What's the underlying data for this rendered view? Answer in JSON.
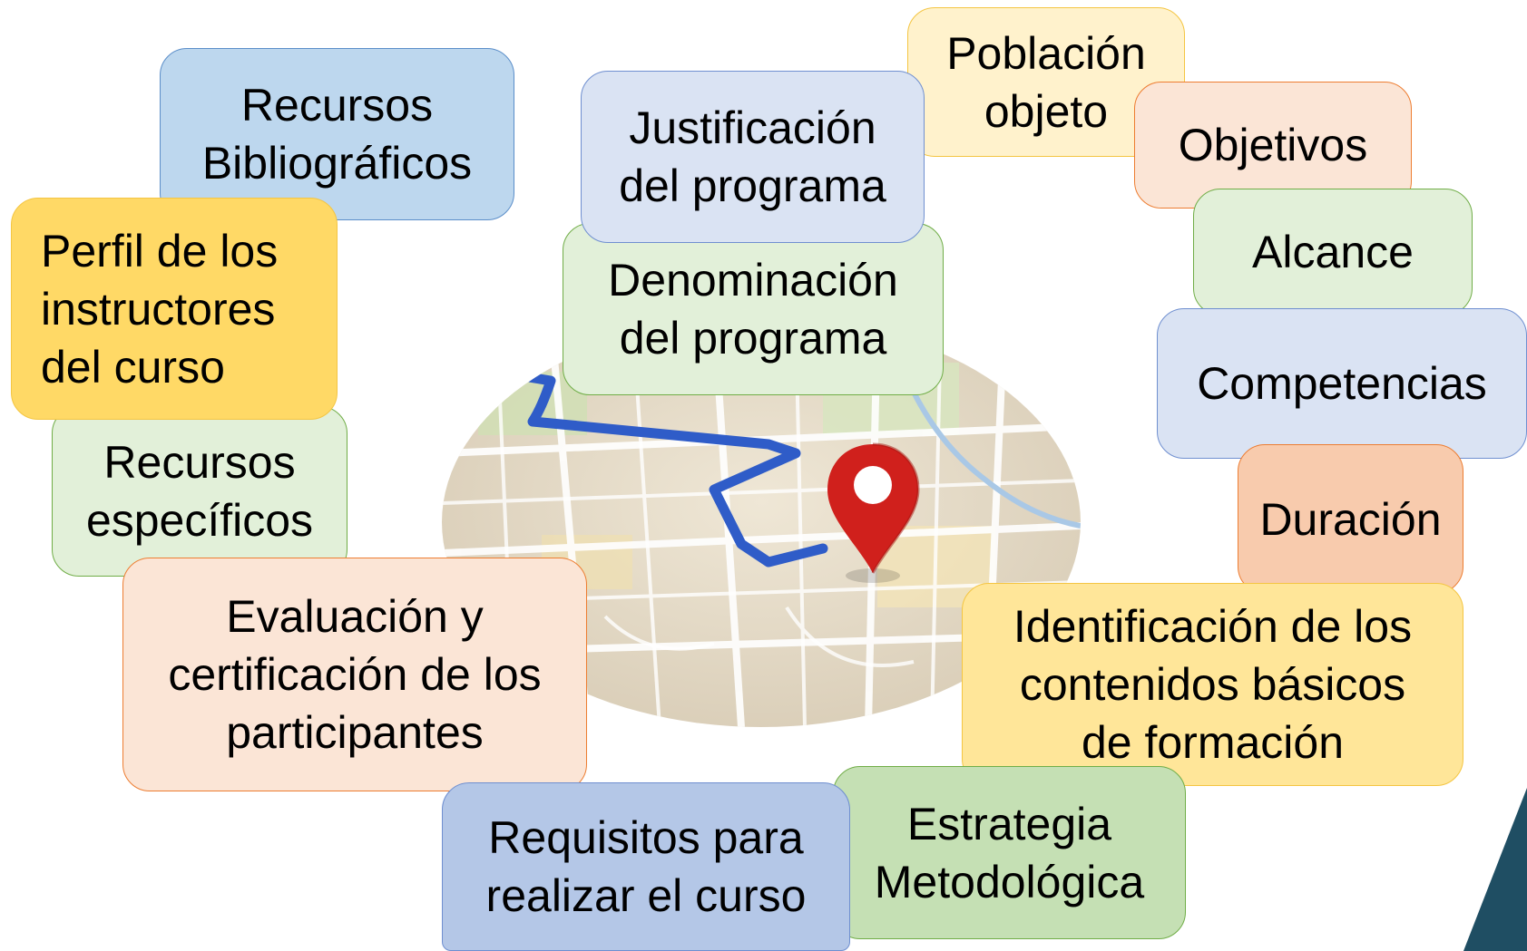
{
  "boxes": {
    "poblacion": "Población\nobjeto",
    "recursos_bibliograficos": "Recursos\nBibliográficos",
    "justificacion": "Justificación\ndel programa",
    "objetivos": "Objetivos",
    "alcance": "Alcance",
    "denominacion": "Denominación\ndel programa",
    "perfil": "Perfil de los\ninstructores\ndel curso",
    "competencias": "Competencias",
    "recursos_especificos": "Recursos\nespecíficos",
    "duracion": "Duración",
    "evaluacion": "Evaluación y\ncertificación de los\nparticipantes",
    "identificacion": "Identificación de los\ncontenidos básicos\nde formación",
    "estrategia": "Estrategia\nMetodológica",
    "requisitos": "Requisitos para\nrealizar el curso"
  },
  "colors": {
    "blue": "#bdd7ee",
    "light_blue": "#dae3f3",
    "periwinkle": "#b4c7e7",
    "light_green": "#e2f0d9",
    "green": "#c5e0b4",
    "light_yellow": "#fff2cc",
    "gold": "#ffd966",
    "yellow": "#ffe699",
    "peach": "#fbe5d6",
    "salmon": "#f8cbad",
    "pin": "#d0201c",
    "route": "#2f5cc8",
    "dark_teal": "#1f4e63"
  },
  "icons": {
    "map": "map-illustration",
    "pin": "location-pin-icon",
    "route": "route-path"
  }
}
